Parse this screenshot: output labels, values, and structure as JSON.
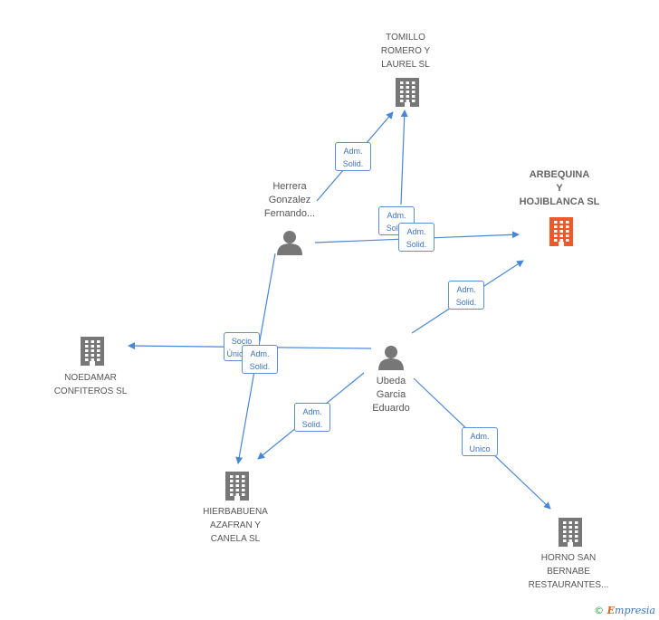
{
  "colors": {
    "edge": "#4a86d6",
    "company": "#777777",
    "focus_company": "#f0582a",
    "person": "#777777"
  },
  "nodes": [
    {
      "id": "tomillo",
      "type": "company",
      "label": "TOMILLO\nROMERO Y\nLAUREL SL"
    },
    {
      "id": "arbequina",
      "type": "company",
      "focus": true,
      "label": "ARBEQUINA\nY\nHOJIBLANCA SL"
    },
    {
      "id": "herrera",
      "type": "person",
      "label": "Herrera\nGonzalez\nFernando..."
    },
    {
      "id": "noedamar",
      "type": "company",
      "label": "NOEDAMAR\nCONFITEROS SL"
    },
    {
      "id": "ubeda",
      "type": "person",
      "label": "Ubeda\nGarcia\nEduardo"
    },
    {
      "id": "hierbabuena",
      "type": "company",
      "label": "HIERBABUENA\nAZAFRAN Y\nCANELA SL"
    },
    {
      "id": "horno",
      "type": "company",
      "label": "HORNO SAN\nBERNABE\nRESTAURANTES..."
    }
  ],
  "edges": [
    {
      "from": "herrera",
      "to": "tomillo",
      "label": "Adm.\nSolid."
    },
    {
      "from": "ubeda",
      "to": "tomillo",
      "label": "Adm.\nSolid."
    },
    {
      "from": "herrera",
      "to": "arbequina",
      "label": "Adm.\nSolid."
    },
    {
      "from": "ubeda",
      "to": "arbequina",
      "label": "Adm.\nSolid."
    },
    {
      "from": "ubeda",
      "to": "noedamar",
      "label": "Socio\nÚnico,..."
    },
    {
      "from": "herrera",
      "to": "hierbabuena",
      "label": "Adm.\nSolid."
    },
    {
      "from": "ubeda",
      "to": "hierbabuena",
      "label": "Adm.\nSolid."
    },
    {
      "from": "ubeda",
      "to": "horno",
      "label": "Adm.\nUnico"
    }
  ],
  "footer": {
    "copyright": "©",
    "brand_first": "E",
    "brand_rest": "mpresia"
  }
}
